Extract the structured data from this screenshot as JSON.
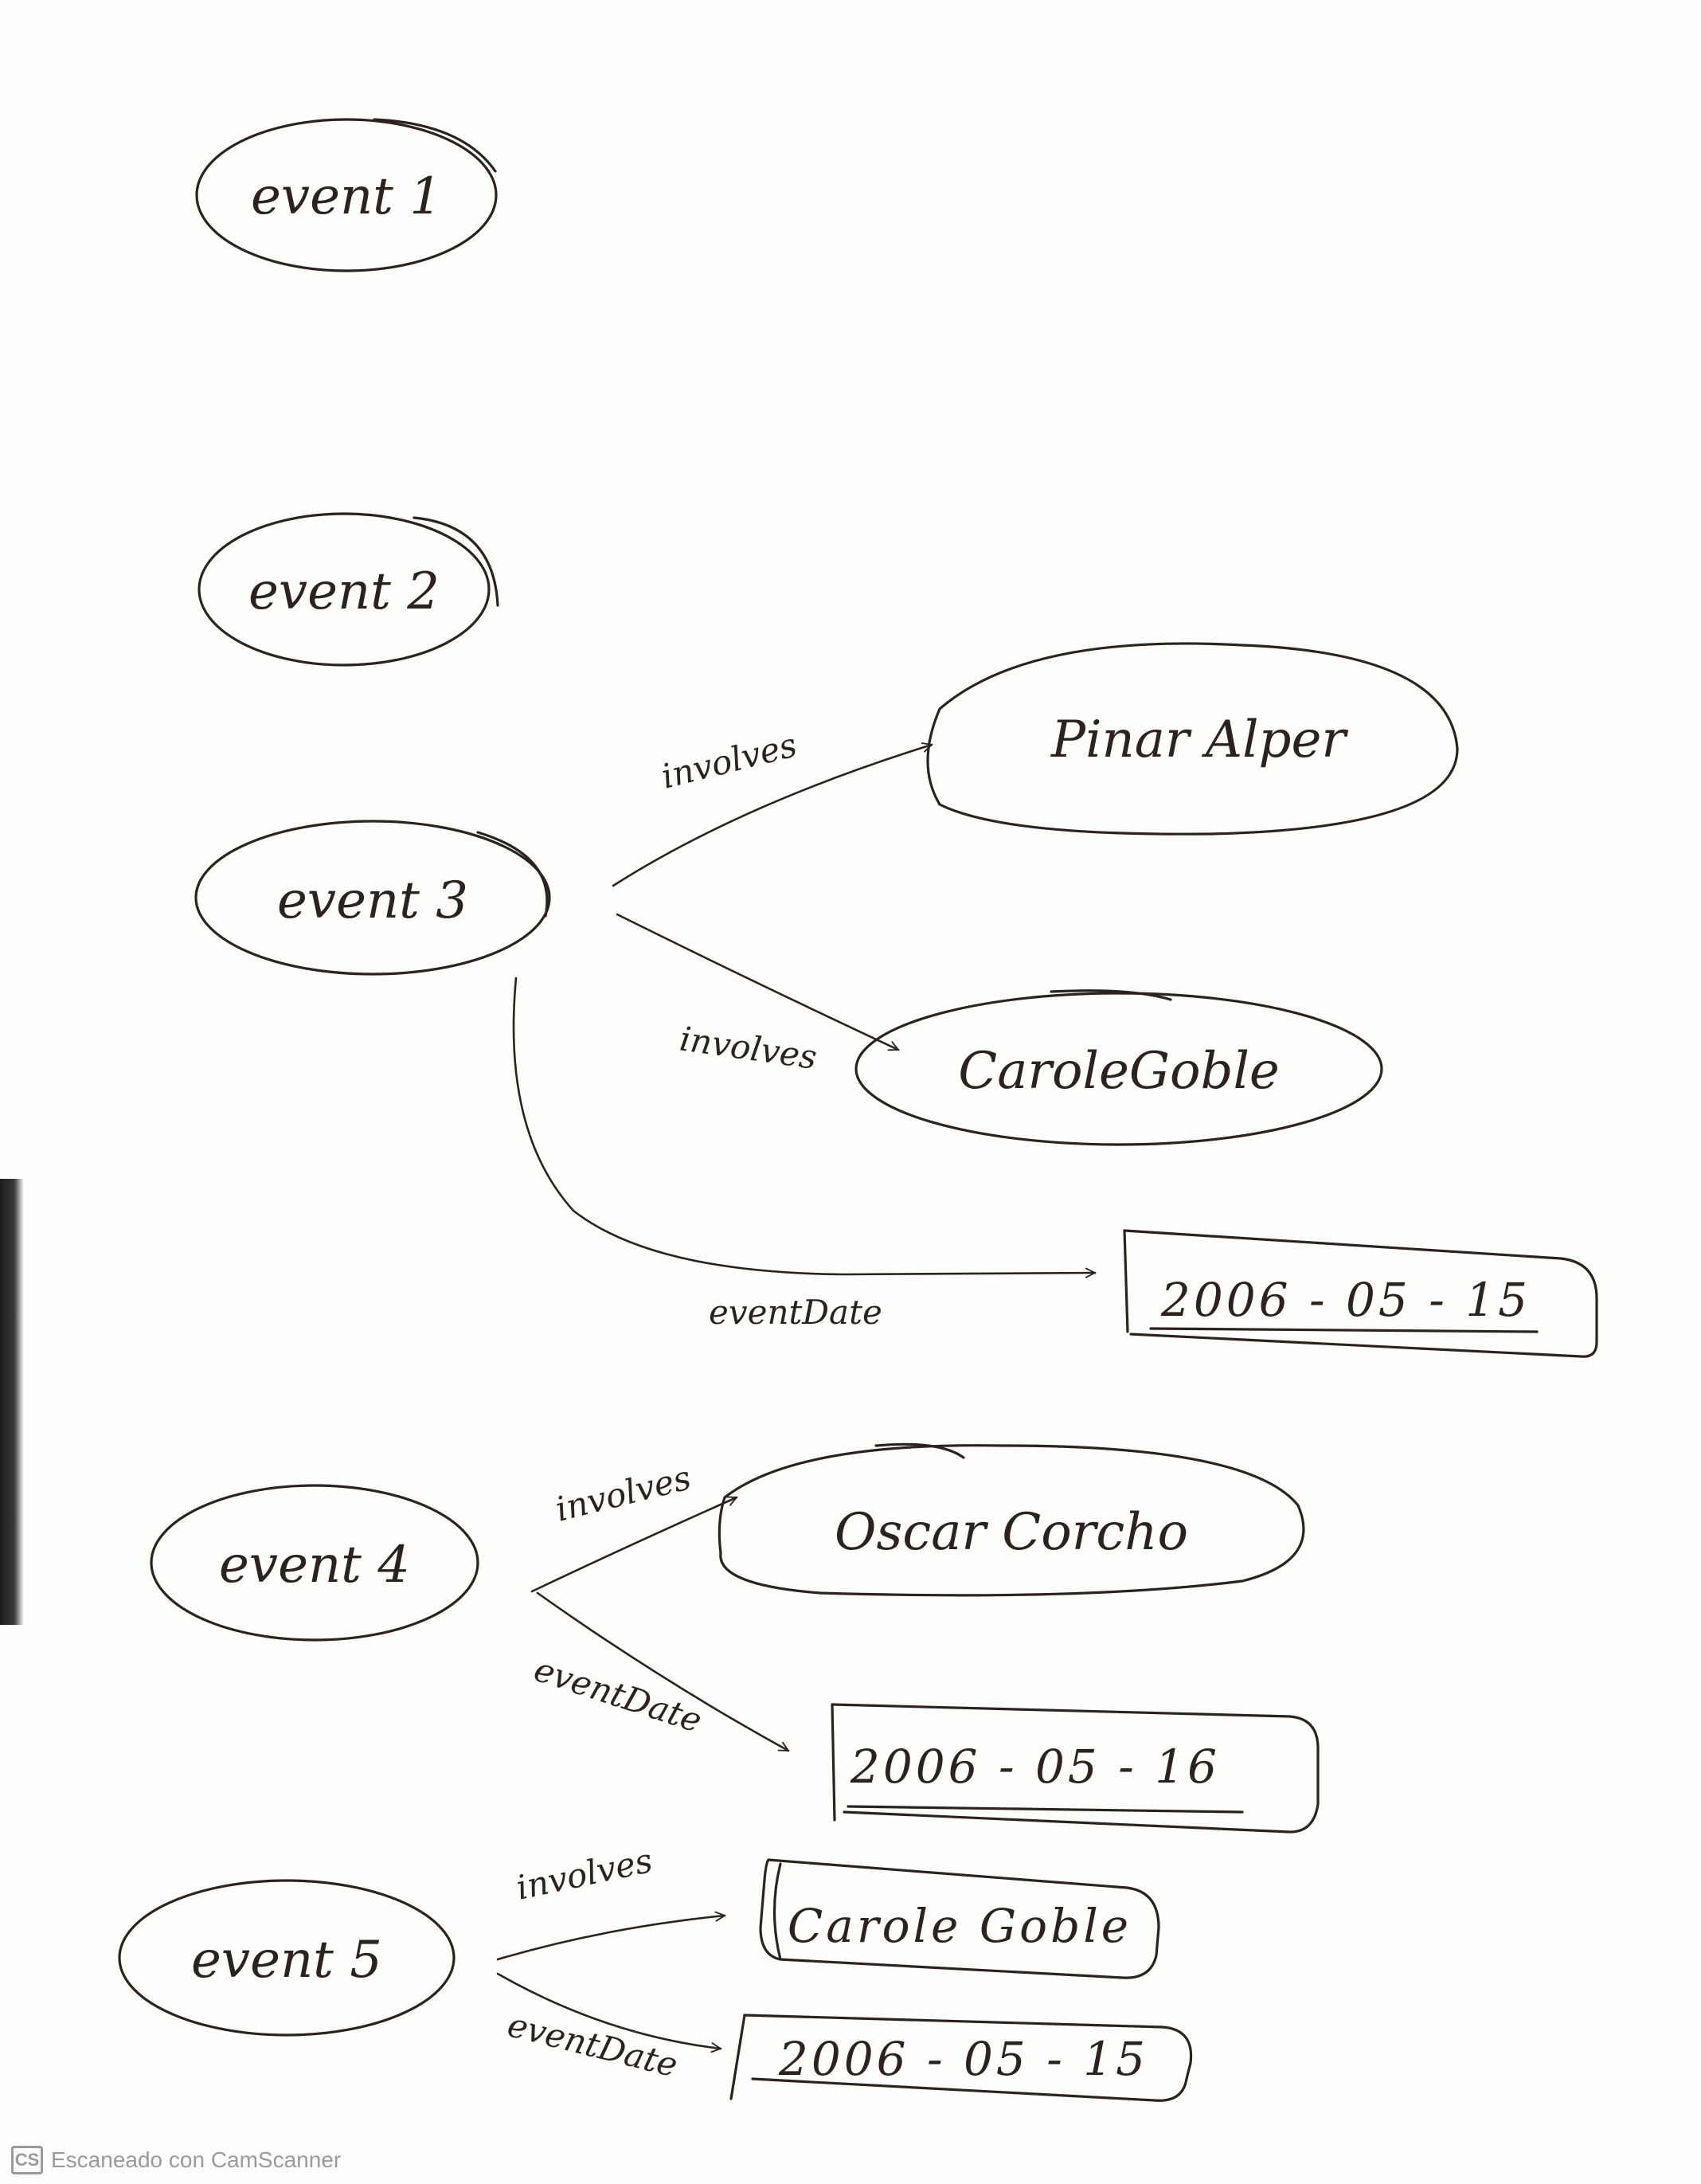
{
  "nodes": {
    "event1": "event 1",
    "event2": "event 2",
    "event3": "event 3",
    "pinar": "Pinar Alper",
    "carole1": "CaroleGoble",
    "date3": "2006 - 05 - 15",
    "event4": "event 4",
    "oscar": "Oscar Corcho",
    "date4": "2006 - 05 - 16",
    "event5": "event 5",
    "carole2": "Carole Goble",
    "date5": "2006 - 05 - 15"
  },
  "edges": {
    "e3_involves_1": "involves",
    "e3_involves_2": "involves",
    "e3_date": "eventDate",
    "e4_involves": "involves",
    "e4_date": "eventDate",
    "e5_involves": "involves",
    "e5_date": "eventDate"
  },
  "footer": {
    "logo": "CS",
    "text": "Escaneado con CamScanner"
  }
}
